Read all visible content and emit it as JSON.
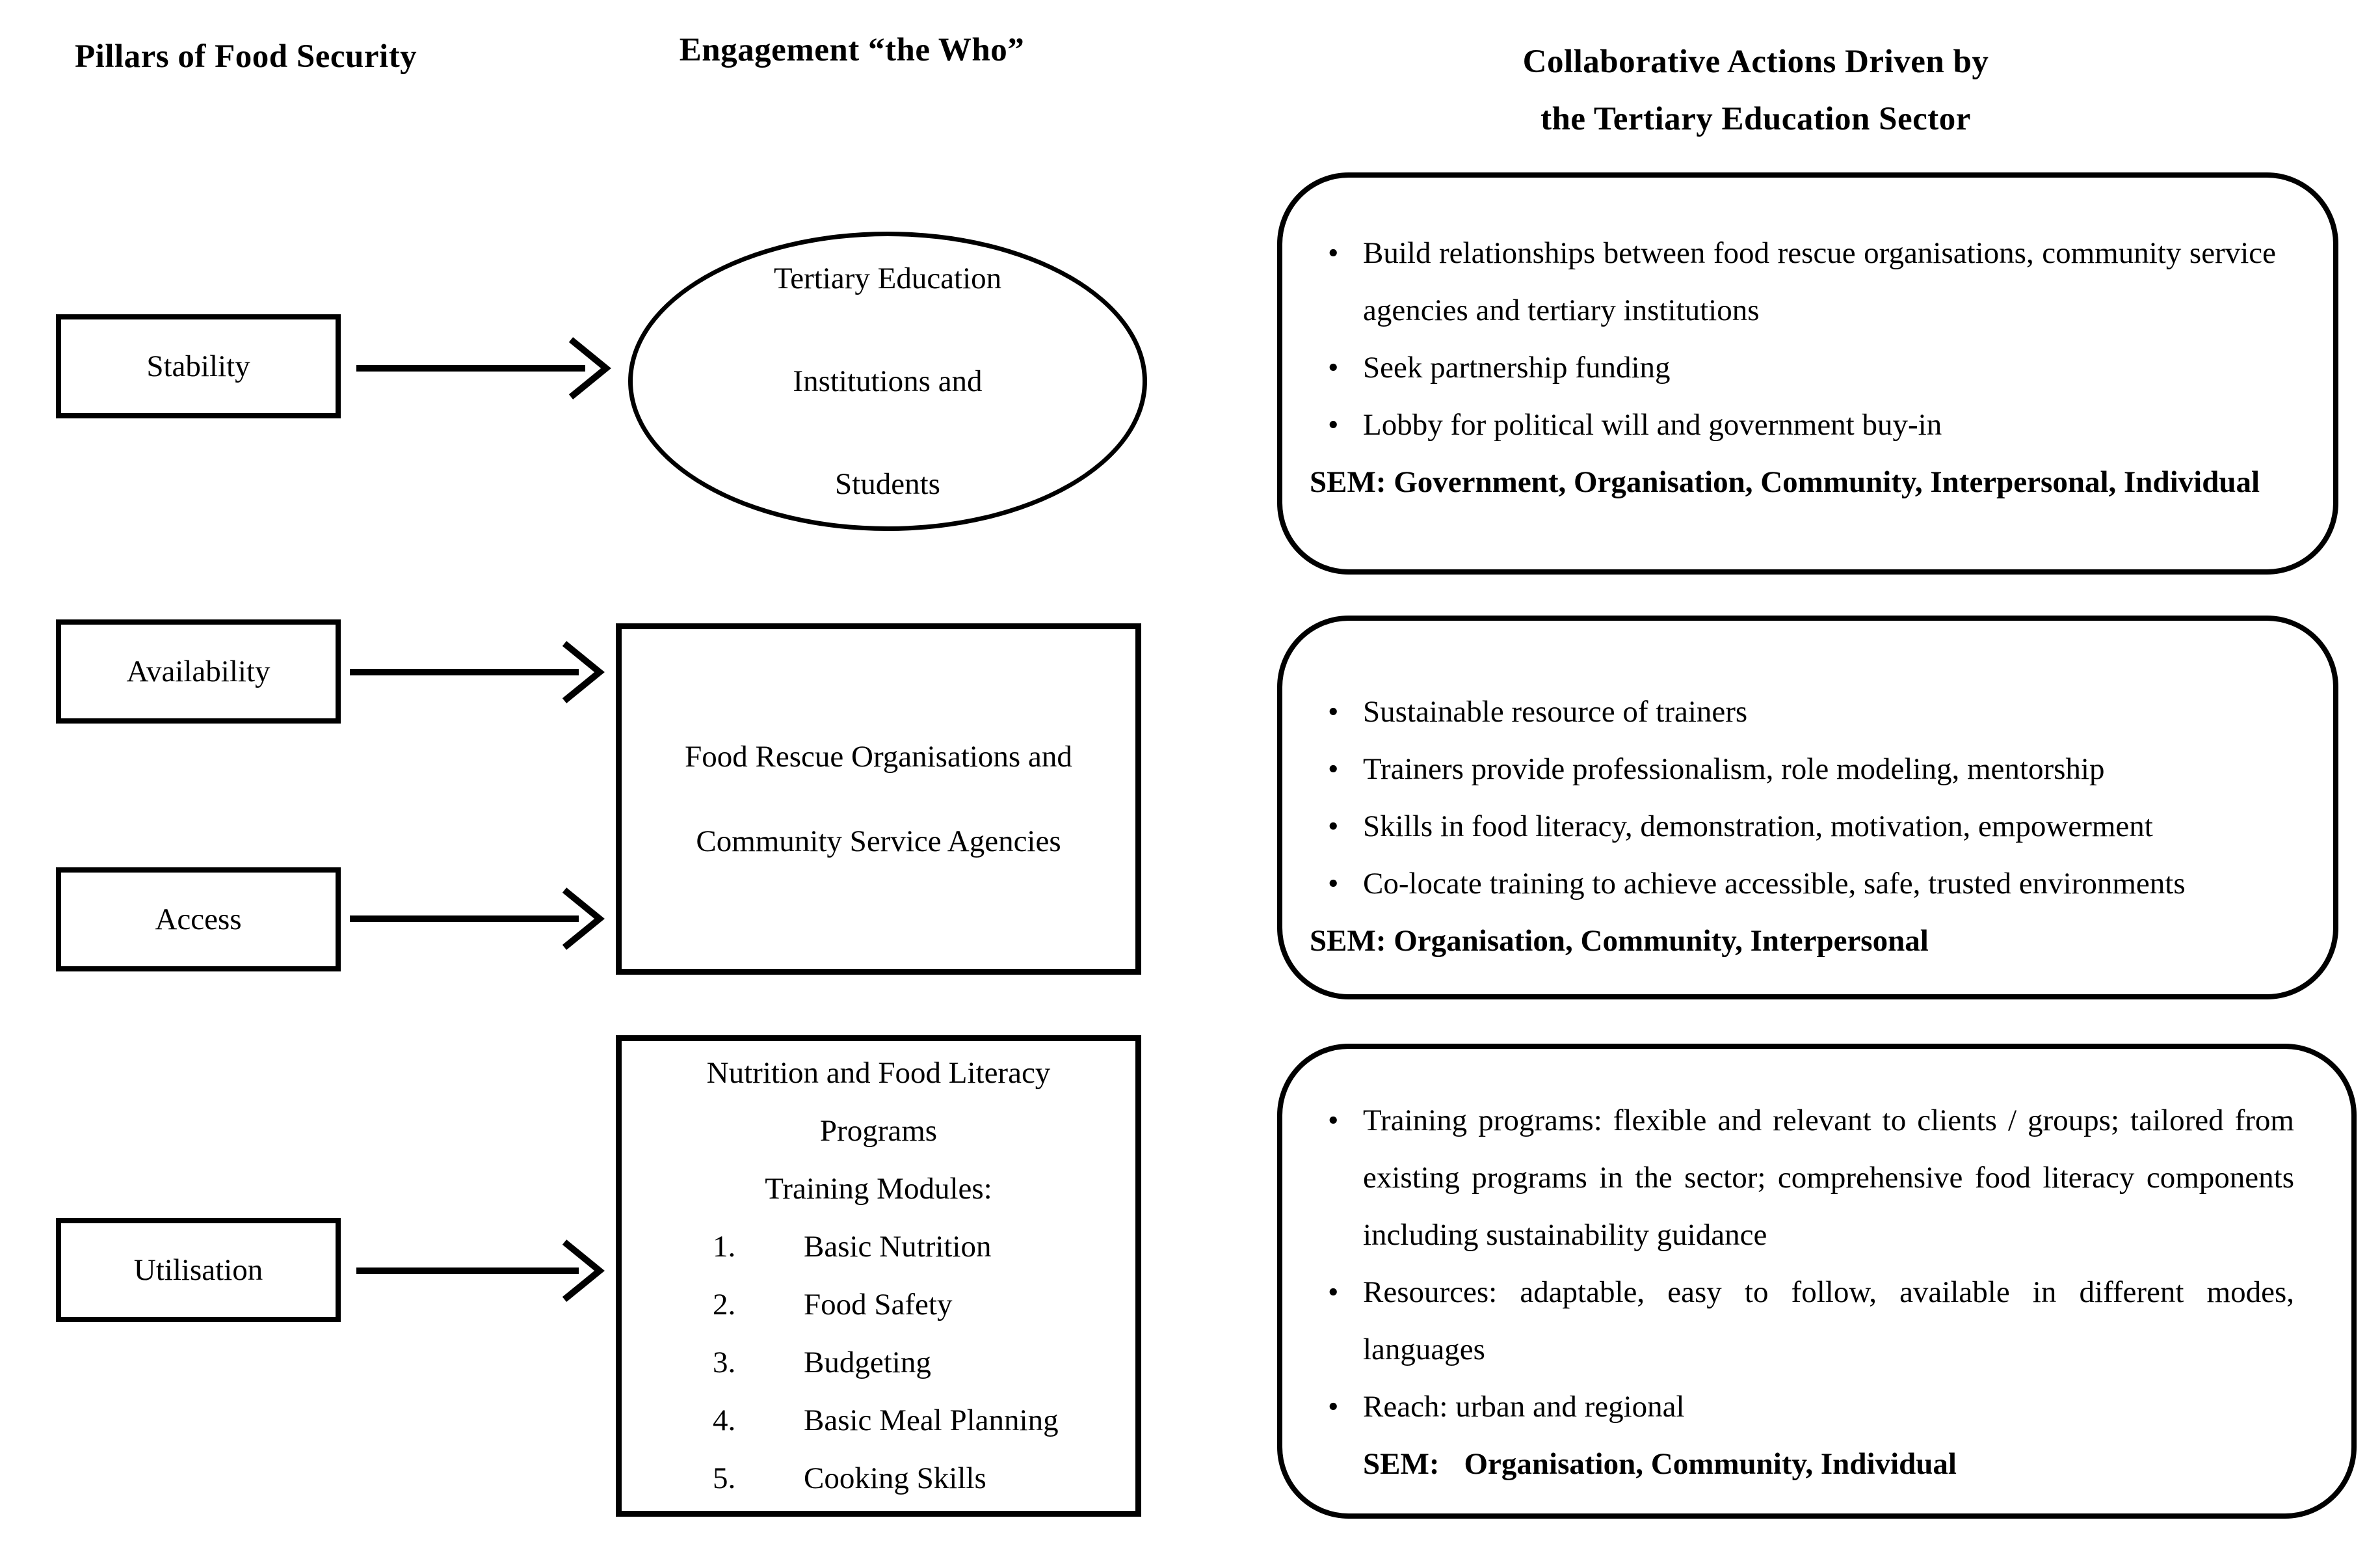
{
  "headers": {
    "col1": "Pillars of Food Security",
    "col2": "Engagement “the Who”",
    "col3_line1": "Collaborative Actions Driven by",
    "col3_line2": "the Tertiary Education Sector"
  },
  "pillars": [
    {
      "label": "Stability"
    },
    {
      "label": "Availability"
    },
    {
      "label": "Access"
    },
    {
      "label": "Utilisation"
    }
  ],
  "engagement": {
    "ellipse_lines": [
      "Tertiary Education",
      "Institutions and",
      "Students"
    ],
    "who_box_lines": [
      "Food Rescue Organisations and",
      "Community Service Agencies"
    ],
    "programs_title_lines": [
      "Nutrition and Food Literacy",
      "Programs",
      "Training Modules:"
    ],
    "training_modules": [
      "Basic Nutrition",
      "Food Safety",
      "Budgeting",
      "Basic Meal Planning",
      "Cooking Skills"
    ]
  },
  "actions": {
    "box1": {
      "bullets": [
        "Build relationships between food rescue organisations, community service agencies and tertiary institutions",
        "Seek partnership funding",
        "Lobby for political will and government buy-in"
      ],
      "sem_label": "SEM:",
      "sem_text": "Government, Organisation, Community, Interpersonal, Individual"
    },
    "box2": {
      "bullets": [
        "Sustainable resource of trainers",
        "Trainers provide professionalism, role modeling, mentorship",
        "Skills in food literacy, demonstration, motivation, empowerment",
        "Co-locate training to achieve accessible, safe, trusted environments"
      ],
      "sem_label": "SEM:",
      "sem_text": "Organisation, Community, Interpersonal"
    },
    "box3": {
      "bullets": [
        "Training programs: flexible and relevant to clients / groups; tailored from existing programs in the sector; comprehensive food literacy components including sustainability guidance",
        "Resources: adaptable, easy to follow, available in different modes, languages",
        "Reach: urban and regional"
      ],
      "sem_label": "SEM:",
      "sem_text": "Organisation, Community, Individual"
    }
  },
  "colors": {
    "ink": "#000000",
    "background": "#ffffff"
  }
}
